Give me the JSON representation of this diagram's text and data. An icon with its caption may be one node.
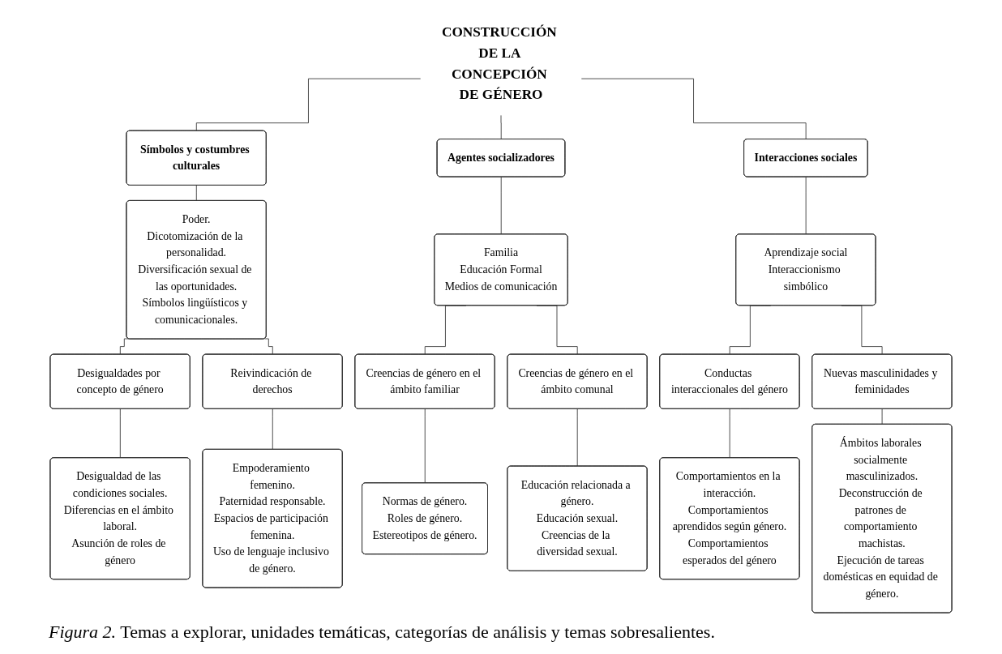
{
  "diagram": {
    "nodes": [
      {
        "text": [
          "CONSTRUCCIÓN DE LA CONCEPCIÓN DE GÉNERO"
        ]
      },
      {
        "text": [
          "Símbolos y costumbres culturales"
        ]
      },
      {
        "text": [
          "Agentes socializadores"
        ]
      },
      {
        "text": [
          "Interacciones sociales"
        ]
      },
      {
        "text": [
          "Poder.",
          "Dicotomización de la personalidad.",
          "Diversificación sexual de las oportunidades.",
          "Símbolos lingüísticos y comunicacionales."
        ]
      },
      {
        "text": [
          "Familia",
          "Educación Formal",
          "Medios de comunicación"
        ]
      },
      {
        "text": [
          "Aprendizaje social",
          "Interaccionismo simbólico"
        ]
      },
      {
        "text": [
          "Desigualdades por concepto de género"
        ]
      },
      {
        "text": [
          "Reivindicación de derechos"
        ]
      },
      {
        "text": [
          "Desigualdad de las condiciones sociales.",
          "Diferencias en el ámbito laboral.",
          "Asunción de roles de género"
        ]
      },
      {
        "text": [
          "Empoderamiento femenino.",
          "Paternidad responsable.",
          "Espacios de participación femenina.",
          "Uso de lenguaje inclusivo de género."
        ]
      },
      {
        "text": [
          "Creencias de género en el ámbito familiar"
        ]
      },
      {
        "text": [
          "Creencias de género en el ámbito comunal"
        ]
      },
      {
        "text": [
          "Normas de género.",
          "Roles de género.",
          "Estereotipos de género."
        ]
      },
      {
        "text": [
          "Educación relacionada a género.",
          "Educación sexual.",
          "Creencias de la diversidad sexual."
        ]
      },
      {
        "text": [
          "Conductas interaccionales del género"
        ]
      },
      {
        "text": [
          "Nuevas masculinidades y feminidades"
        ]
      },
      {
        "text": [
          "Comportamientos en la interacción.",
          "Comportamientos aprendidos según género.",
          "Comportamientos esperados del género"
        ]
      },
      {
        "text": [
          "Ámbitos laborales socialmente masculinizados.",
          "Deconstrucción de patrones de comportamiento machistas.",
          "Ejecución de tareas domésticas en equidad de género."
        ]
      }
    ],
    "edges": [
      {
        "from": 0,
        "to": 1,
        "arrow": "none"
      },
      {
        "from": 0,
        "to": 2,
        "arrow": "none"
      },
      {
        "from": 0,
        "to": 3,
        "arrow": "none"
      },
      {
        "from": 1,
        "to": 4,
        "arrow": "none"
      },
      {
        "from": 2,
        "to": 5,
        "arrow": "none"
      },
      {
        "from": 3,
        "to": 6,
        "arrow": "none"
      },
      {
        "from": 4,
        "to": 7,
        "arrow": "none"
      },
      {
        "from": 4,
        "to": 8,
        "arrow": "none"
      },
      {
        "from": 7,
        "to": 9,
        "arrow": "none"
      },
      {
        "from": 8,
        "to": 10,
        "arrow": "none"
      },
      {
        "from": 5,
        "to": 11,
        "arrow": "none"
      },
      {
        "from": 5,
        "to": 12,
        "arrow": "none"
      },
      {
        "from": 11,
        "to": 13,
        "arrow": "none"
      },
      {
        "from": 12,
        "to": 14,
        "arrow": "none"
      },
      {
        "from": 6,
        "to": 15,
        "arrow": "none"
      },
      {
        "from": 6,
        "to": 16,
        "arrow": "none"
      },
      {
        "from": 15,
        "to": 17,
        "arrow": "none"
      },
      {
        "from": 16,
        "to": 18,
        "arrow": "none"
      }
    ],
    "caption": "*Figura 2.* Temas a explorar, unidades temáticas, categorías de análisis y temas sobresalientes."
  }
}
